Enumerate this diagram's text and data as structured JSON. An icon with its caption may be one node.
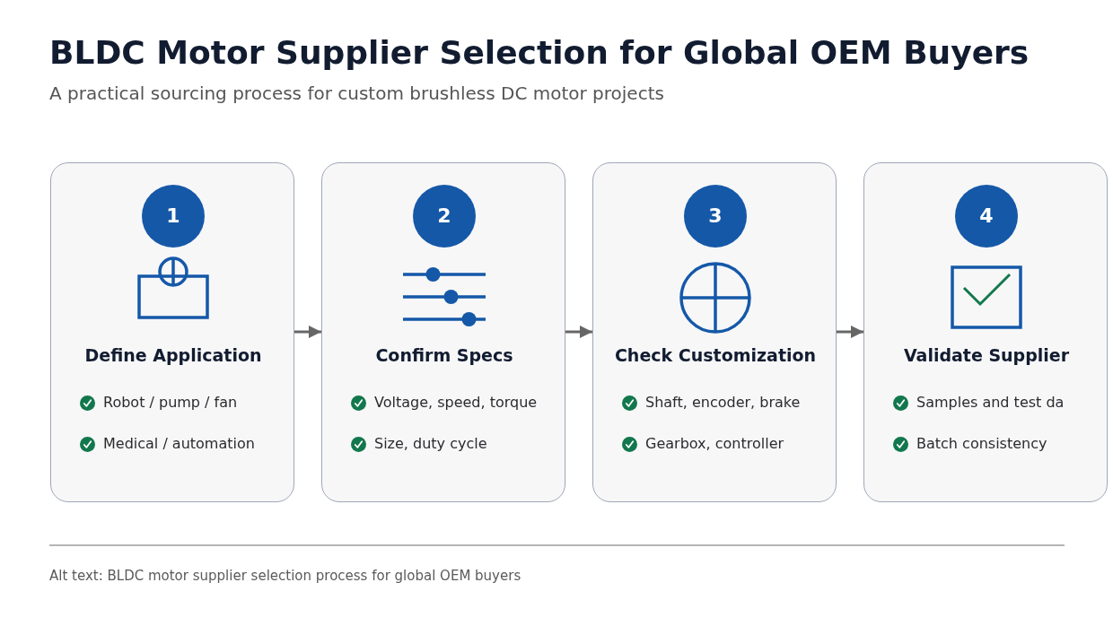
{
  "diagram": {
    "title": "BLDC Motor Supplier Selection for Global OEM Buyers",
    "caption": "Alt text: BLDC motor supplier selection process for global OEM buyers",
    "nodes": [
      {
        "text": [
          "Define Application",
          "Robot / pump / fan",
          "Medical / automation"
        ]
      },
      {
        "text": [
          "1"
        ],
        "in": 0
      },
      {
        "text": [
          "Confirm Specs",
          "Voltage, speed, torque",
          "Size, duty cycle"
        ]
      },
      {
        "text": [
          "2"
        ],
        "in": 2
      },
      {
        "text": [
          "Check Customization",
          "Shaft, encoder, brake",
          "Gearbox, controller"
        ]
      },
      {
        "text": [
          "3"
        ],
        "in": 4
      },
      {
        "text": [
          "Validate Supplier",
          "Samples and test da",
          "Batch consistency"
        ]
      },
      {
        "text": [
          "4"
        ],
        "in": 6
      }
    ],
    "edges": [
      {
        "from": 0,
        "to": 2,
        "arrow": "to"
      },
      {
        "from": 2,
        "to": 4,
        "arrow": "to"
      },
      {
        "from": 4,
        "to": 6,
        "arrow": "to"
      }
    ],
    "labels": [
      "A practical sourcing process for custom brushless DC motor projects"
    ]
  }
}
